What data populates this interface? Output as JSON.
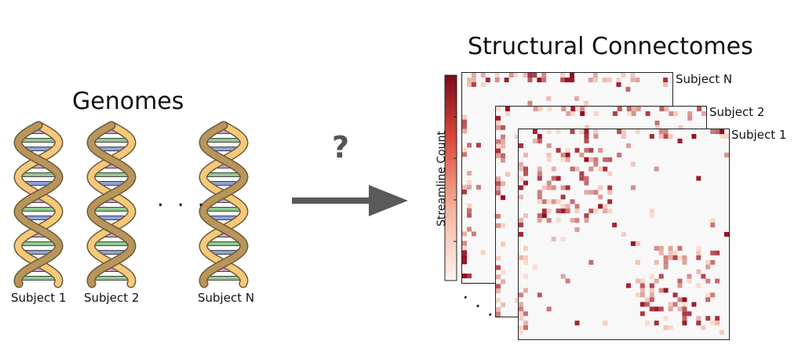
{
  "genomes": {
    "title": "Genomes",
    "subjects": [
      "Subject 1",
      "Subject 2",
      "Subject N"
    ],
    "ellipsis": "· · ·"
  },
  "link": {
    "question": "?"
  },
  "connectomes": {
    "title": "Structural Connectomes",
    "subjects": [
      "Subject N",
      "Subject 2",
      "Subject 1"
    ],
    "colorbar_label": "Streamline Count",
    "ellipsis": "· · ·"
  },
  "colors": {
    "dna_strand": "#f6c97a",
    "dna_strand_shadow": "#b9955a",
    "dna_outline": "#6b5a3a",
    "base_pairs": [
      "#c8a2d6",
      "#8fc98f",
      "#8fa1d8",
      "#e0869a"
    ],
    "arrow": "#5a5a5a",
    "heat_low": "#fbe9e2",
    "heat_high": "#8b0a1e"
  }
}
